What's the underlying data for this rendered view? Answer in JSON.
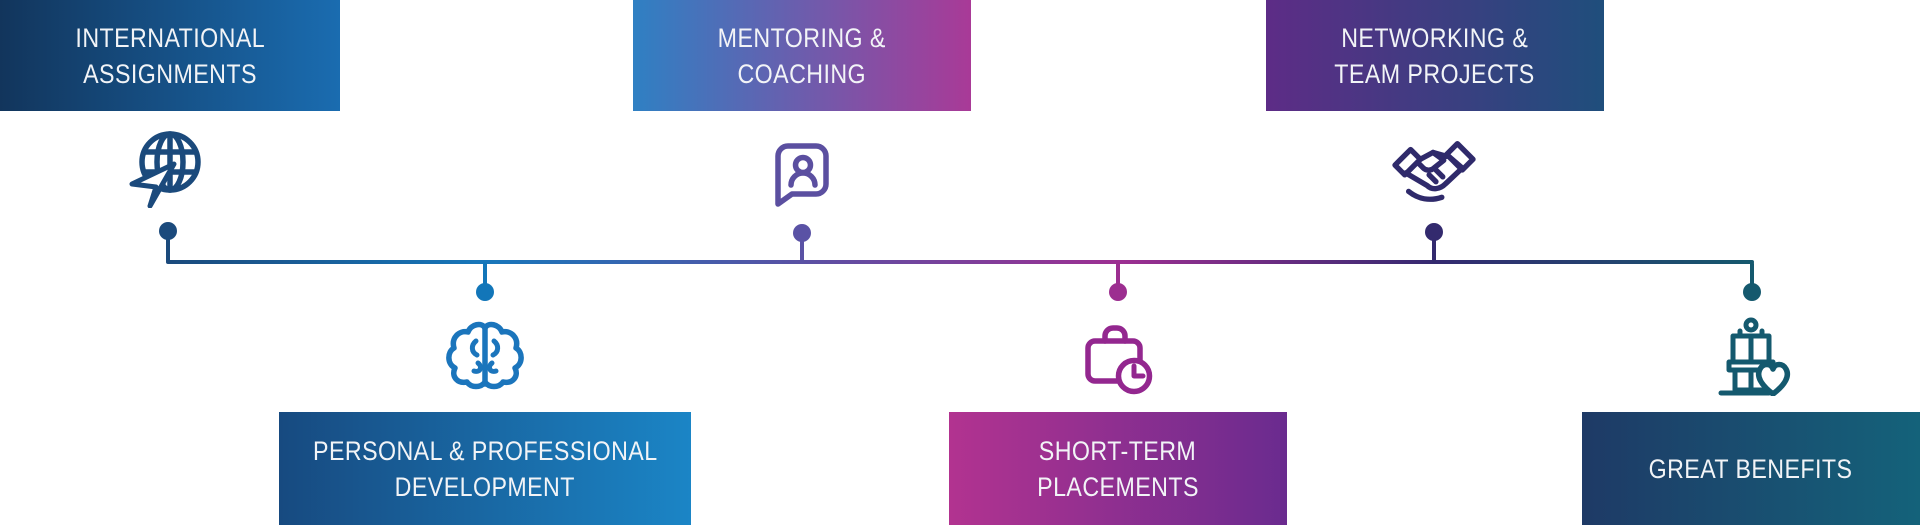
{
  "diagram": {
    "type": "timeline-infographic",
    "background": "#ffffff",
    "text_color": "#f2f4f7",
    "timeline": {
      "gradient_stops": [
        "#1b4a7c",
        "#1777bb",
        "#5a51a4",
        "#9d2f92",
        "#342a70",
        "#15596e"
      ]
    },
    "items": [
      {
        "label": "INTERNATIONAL ASSIGNMENTS",
        "label_lines": [
          "INTERNATIONAL",
          "ASSIGNMENTS"
        ],
        "position": "top",
        "icon": "globe-send-icon",
        "accent": "#1b4a7c",
        "box_gradient": [
          "#12355c",
          "#1a6cb0"
        ]
      },
      {
        "label": "PERSONAL & PROFESSIONAL DEVELOPMENT",
        "label_lines": [
          "PERSONAL & PROFESSIONAL",
          "DEVELOPMENT"
        ],
        "position": "bottom",
        "icon": "brain-icon",
        "accent": "#1276b9",
        "box_gradient": [
          "#174a80",
          "#1b85c6"
        ]
      },
      {
        "label": "MENTORING & COACHING",
        "label_lines": [
          "MENTORING &",
          "COACHING"
        ],
        "position": "top",
        "icon": "chat-person-icon",
        "accent": "#5a52a5",
        "box_gradient": [
          "#2f80c3",
          "#a93a97"
        ]
      },
      {
        "label": "SHORT-TERM PLACEMENTS",
        "label_lines": [
          "SHORT-TERM",
          "PLACEMENTS"
        ],
        "position": "bottom",
        "icon": "briefcase-clock-icon",
        "accent": "#9c2e90",
        "box_gradient": [
          "#b23390",
          "#6a2b8f"
        ]
      },
      {
        "label": "NETWORKING & TEAM PROJECTS",
        "label_lines": [
          "NETWORKING &",
          "TEAM PROJECTS"
        ],
        "position": "top",
        "icon": "handshake-icon",
        "accent": "#332a6e",
        "box_gradient": [
          "#5d2c86",
          "#1f4e7c"
        ]
      },
      {
        "label": "GREAT BENEFITS",
        "label_lines": [
          "GREAT BENEFITS"
        ],
        "position": "bottom",
        "icon": "gift-heart-icon",
        "accent": "#15596e",
        "box_gradient": [
          "#1e3a66",
          "#14627a"
        ]
      }
    ]
  }
}
